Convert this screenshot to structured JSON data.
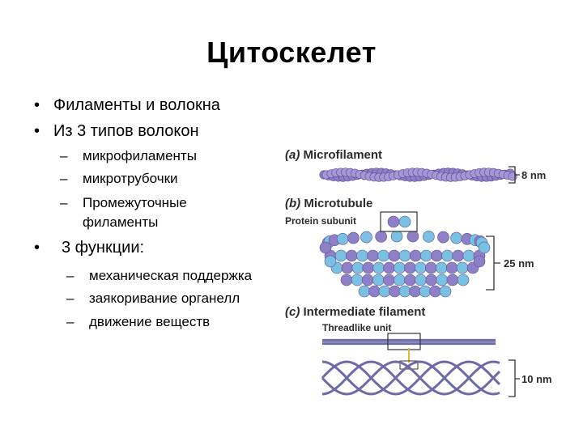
{
  "title": "Цитоскелет",
  "bullets": {
    "b1": "Филаменты и волокна",
    "b2": "Из 3 типов волокон",
    "types": [
      "микрофиламенты",
      "микротрубочки",
      "Промежуточные",
      "филаменты"
    ],
    "b3": "3 функции:",
    "functions": [
      "механическая поддержка",
      "заякоривание органелл",
      "движение веществ"
    ],
    "bullet_char": "•",
    "dash_char": "–"
  },
  "figure": {
    "a": {
      "letter": "(a)",
      "name": "Microfilament",
      "size": "8 nm"
    },
    "b": {
      "letter": "(b)",
      "name": "Microtubule",
      "subunit": "Protein subunit",
      "size": "25 nm"
    },
    "c": {
      "letter": "(c)",
      "name": "Intermediate filament",
      "unit": "Threadlike unit",
      "size": "10 nm"
    },
    "colors": {
      "purple": "#8f7fc6",
      "blue": "#79c0e3",
      "outline": "#5a4f96",
      "line": "#6d6aa8"
    }
  }
}
